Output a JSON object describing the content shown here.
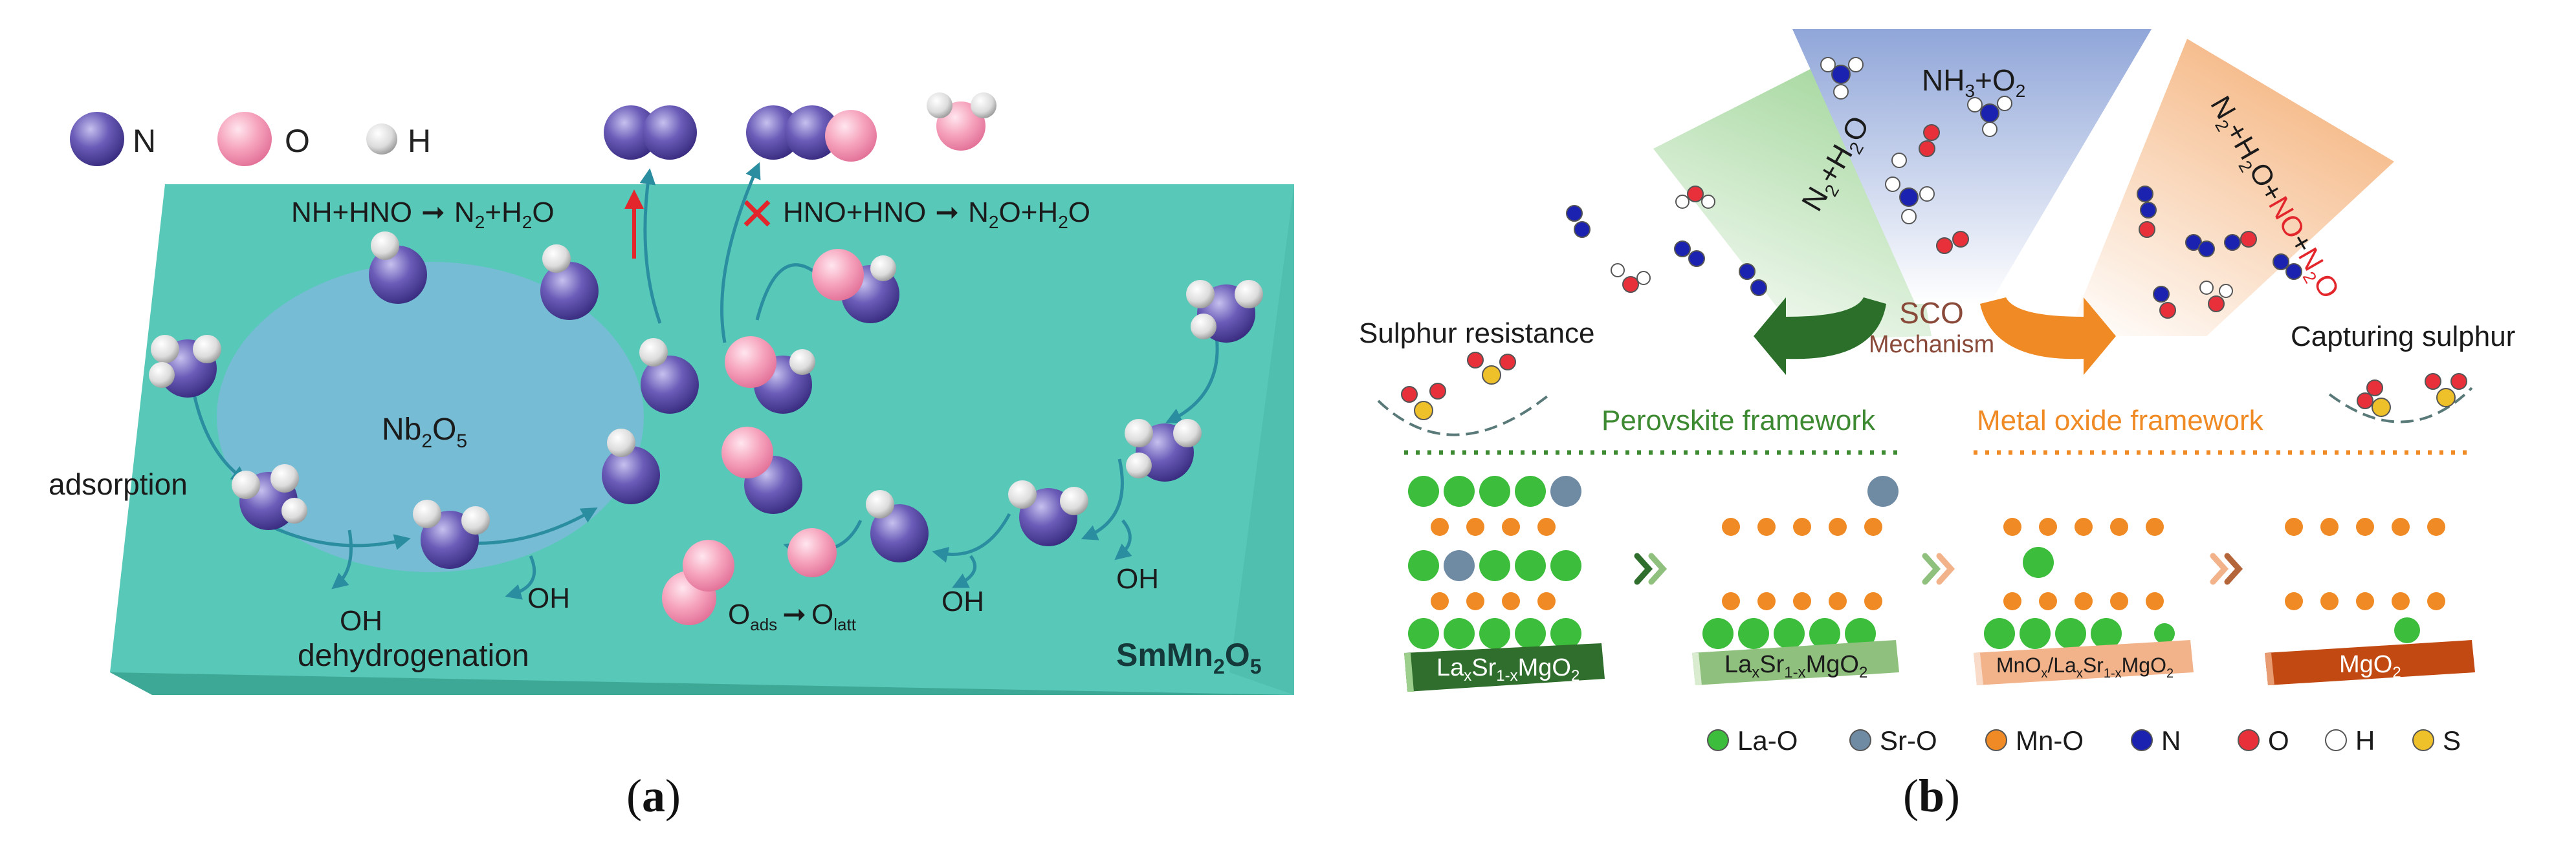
{
  "panel_a": {
    "caption_letter": "a",
    "legend": {
      "n": "N",
      "o": "O",
      "h": "H"
    },
    "eq1": {
      "lhs": "NH+HNO",
      "rhs_n": "N",
      "rhs_2": "2",
      "rhs_mid": "+H",
      "rhs_2b": "2",
      "rhs_o": "O"
    },
    "eq2": {
      "lhs": "HNO+HNO",
      "rhs_n": "N",
      "rhs_2": "2",
      "rhs_mid": "O+H",
      "rhs_2b": "2",
      "rhs_o": "O"
    },
    "oxide": {
      "main": "Nb",
      "s1": "2",
      "o": "O",
      "s2": "5"
    },
    "adsorption": "adsorption",
    "oh": "OH",
    "dehydrogenation": "dehydrogenation",
    "o_ads": {
      "o": "O",
      "sub": "ads"
    },
    "o_latt": {
      "o": "O",
      "sub": "latt"
    },
    "substrate": {
      "a": "SmMn",
      "s1": "2",
      "b": "O",
      "s2": "5"
    }
  },
  "panel_b": {
    "caption_letter": "b",
    "center_formula": {
      "a": "NH",
      "s1": "3",
      "b": "+O",
      "s2": "2"
    },
    "left_formula": {
      "a": "N",
      "s1": "2",
      "b": "+H",
      "s2": "2",
      "c": "O"
    },
    "right_formula": {
      "a": "N",
      "s1": "2",
      "b": "+H",
      "s2": "2",
      "c": "O+",
      "no": "NO",
      "plus": "+",
      "n2o_n": "N",
      "n2o_2": "2",
      "n2o_o": "O"
    },
    "sco": "SCO",
    "mechanism": "Mechanism",
    "sulphur_resistance": "Sulphur resistance",
    "capturing_sulphur": "Capturing sulphur",
    "perovskite": "Perovskite framework",
    "metal_oxide": "Metal oxide framework",
    "slab1": {
      "a": "La",
      "x": "x",
      "b": "Sr",
      "y": "1-x",
      "c": "MgO",
      "z": "2"
    },
    "slab2": {
      "a": "La",
      "x": "x",
      "b": "Sr",
      "y": "1-x",
      "c": "MgO",
      "z": "2"
    },
    "slab3": {
      "a": "MnO",
      "x": "x",
      "b": "/La",
      "y": "x",
      "c": "Sr",
      "z": "1-x",
      "d": "MgO",
      "w": "2"
    },
    "slab4": {
      "a": "MgO",
      "z": "2"
    },
    "legend": [
      {
        "label": "La-O",
        "color": "#3cbd3c"
      },
      {
        "label": "Sr-O",
        "color": "#6f8aa3"
      },
      {
        "label": "Mn-O",
        "color": "#f08a24"
      },
      {
        "label": "N",
        "color": "#1c22b0"
      },
      {
        "label": "O",
        "color": "#e8303a"
      },
      {
        "label": "H",
        "color": "#ffffff"
      },
      {
        "label": "S",
        "color": "#eec02a"
      }
    ]
  }
}
